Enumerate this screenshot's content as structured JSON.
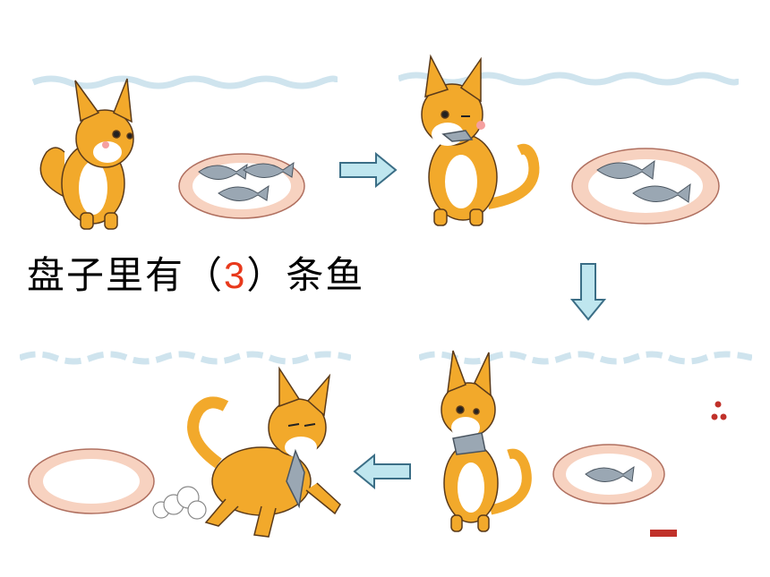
{
  "caption": {
    "prefix": "盘子里有（",
    "number": "3",
    "suffix": "）条鱼"
  },
  "colors": {
    "cat": "#f2a92b",
    "cat_outline": "#5a3a1a",
    "plate_rim": "#f7d2c0",
    "plate_center": "#ffffff",
    "fish": "#9aa7b3",
    "arrow_fill": "#bfe6ef",
    "arrow_stroke": "#3b6e86",
    "wave": "#cfe4ee",
    "number": "#e8391c"
  }
}
